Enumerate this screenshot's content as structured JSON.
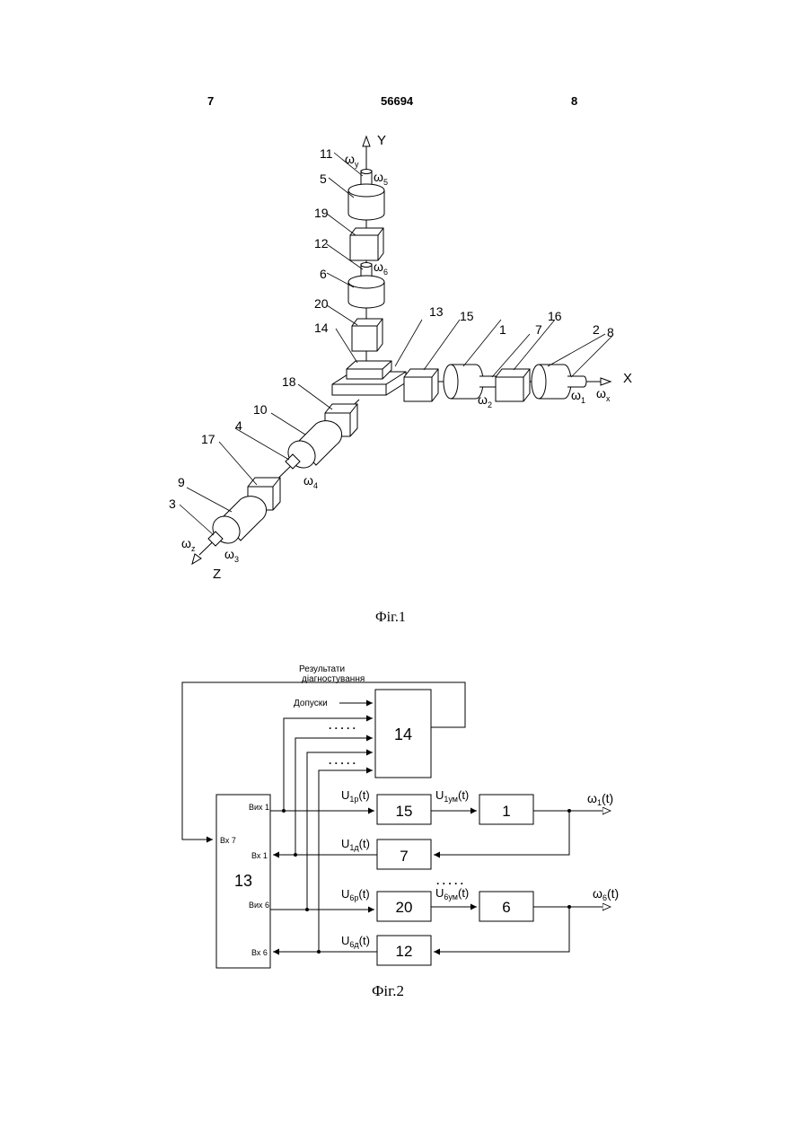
{
  "header": {
    "left_page": "7",
    "patent_number": "56694",
    "right_page": "8"
  },
  "fig1": {
    "caption": "Фіг.1",
    "axes": {
      "y": "Y",
      "x": "X",
      "z": "Z"
    },
    "omega": {
      "y": "ω",
      "y_sub": "y",
      "x": "ω",
      "x_sub": "x",
      "z": "ω",
      "z_sub": "z",
      "w1": "ω",
      "w1_sub": "1",
      "w2": "ω",
      "w2_sub": "2",
      "w3": "ω",
      "w3_sub": "3",
      "w4": "ω",
      "w4_sub": "4",
      "w5": "ω",
      "w5_sub": "5",
      "w6": "ω",
      "w6_sub": "6"
    },
    "callouts": [
      "11",
      "5",
      "19",
      "12",
      "6",
      "20",
      "14",
      "13",
      "15",
      "1",
      "7",
      "16",
      "2",
      "8",
      "18",
      "10",
      "4",
      "17",
      "9",
      "3"
    ]
  },
  "fig2": {
    "caption": "Фіг.2",
    "top_label_1": "Результати",
    "top_label_2": "діагностування",
    "tolerance_label": "Допуски",
    "dots": ". . . . .",
    "blocks": {
      "b14": "14",
      "b13": "13",
      "b15": "15",
      "b1": "1",
      "b7": "7",
      "b20": "20",
      "b6": "6",
      "b12": "12"
    },
    "ports": {
      "vyh1": "Вих 1",
      "vx1": "Вх 1",
      "vyh6": "Вих 6",
      "vx6": "Вх 6",
      "vx7": "Вх 7"
    },
    "signals": {
      "u1p": "U",
      "u1p_sub": "1р",
      "u1p_arg": "(t)",
      "u1um": "U",
      "u1um_sub": "1ум",
      "u1um_arg": "(t)",
      "u1d": "U",
      "u1d_sub": "1д",
      "u1d_arg": "(t)",
      "u6p": "U",
      "u6p_sub": "6р",
      "u6p_arg": "(t)",
      "u6um": "U",
      "u6um_sub": "6ум",
      "u6um_arg": "(t)",
      "u6d": "U",
      "u6d_sub": "6д",
      "u6d_arg": "(t)",
      "w1": "ω",
      "w1_sub": "1",
      "w1_arg": "(t)",
      "w6": "ω",
      "w6_sub": "6",
      "w6_arg": "(t)"
    }
  }
}
